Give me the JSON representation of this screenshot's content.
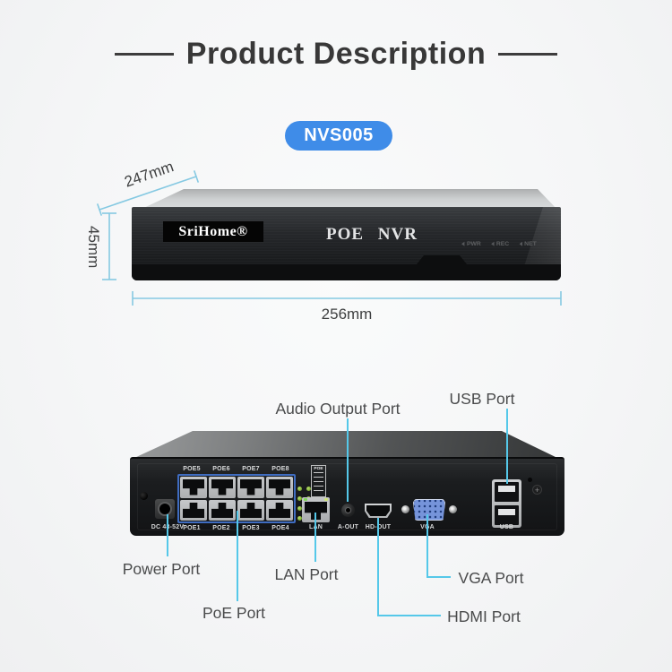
{
  "colors": {
    "accent_blue": "#3f8ce8",
    "callout_line": "#55c8e9",
    "dimension_line": "#85c9e2",
    "background": "#f6f7f7",
    "poe_block_border": "#3f6cc0"
  },
  "header": {
    "title": "Product Description",
    "model": "NVS005"
  },
  "dimensions": {
    "depth": "247mm",
    "height": "45mm",
    "width": "256mm"
  },
  "front_view": {
    "brand": "SriHome®",
    "panel_title": "POE NVR",
    "leds": [
      {
        "label": "PWR"
      },
      {
        "label": "REC"
      },
      {
        "label": "NET"
      }
    ]
  },
  "rear_view": {
    "dc_label": "DC 48-52V",
    "poe_labels_top": [
      "POE5",
      "POE6",
      "POE7",
      "POE8"
    ],
    "poe_labels_bottom": [
      "POE1",
      "POE2",
      "POE3",
      "POE4"
    ],
    "poe_sticker": "POE",
    "lan_label": "LAN",
    "audio_label": "A-OUT",
    "hdmi_label": "HD-OUT",
    "vga_label": "VGA",
    "usb_label": "USB"
  },
  "callouts": {
    "audio": "Audio Output Port",
    "usb": "USB Port",
    "power": "Power Port",
    "poe": "PoE Port",
    "lan": "LAN Port",
    "vga": "VGA Port",
    "hdmi": "HDMI Port"
  }
}
